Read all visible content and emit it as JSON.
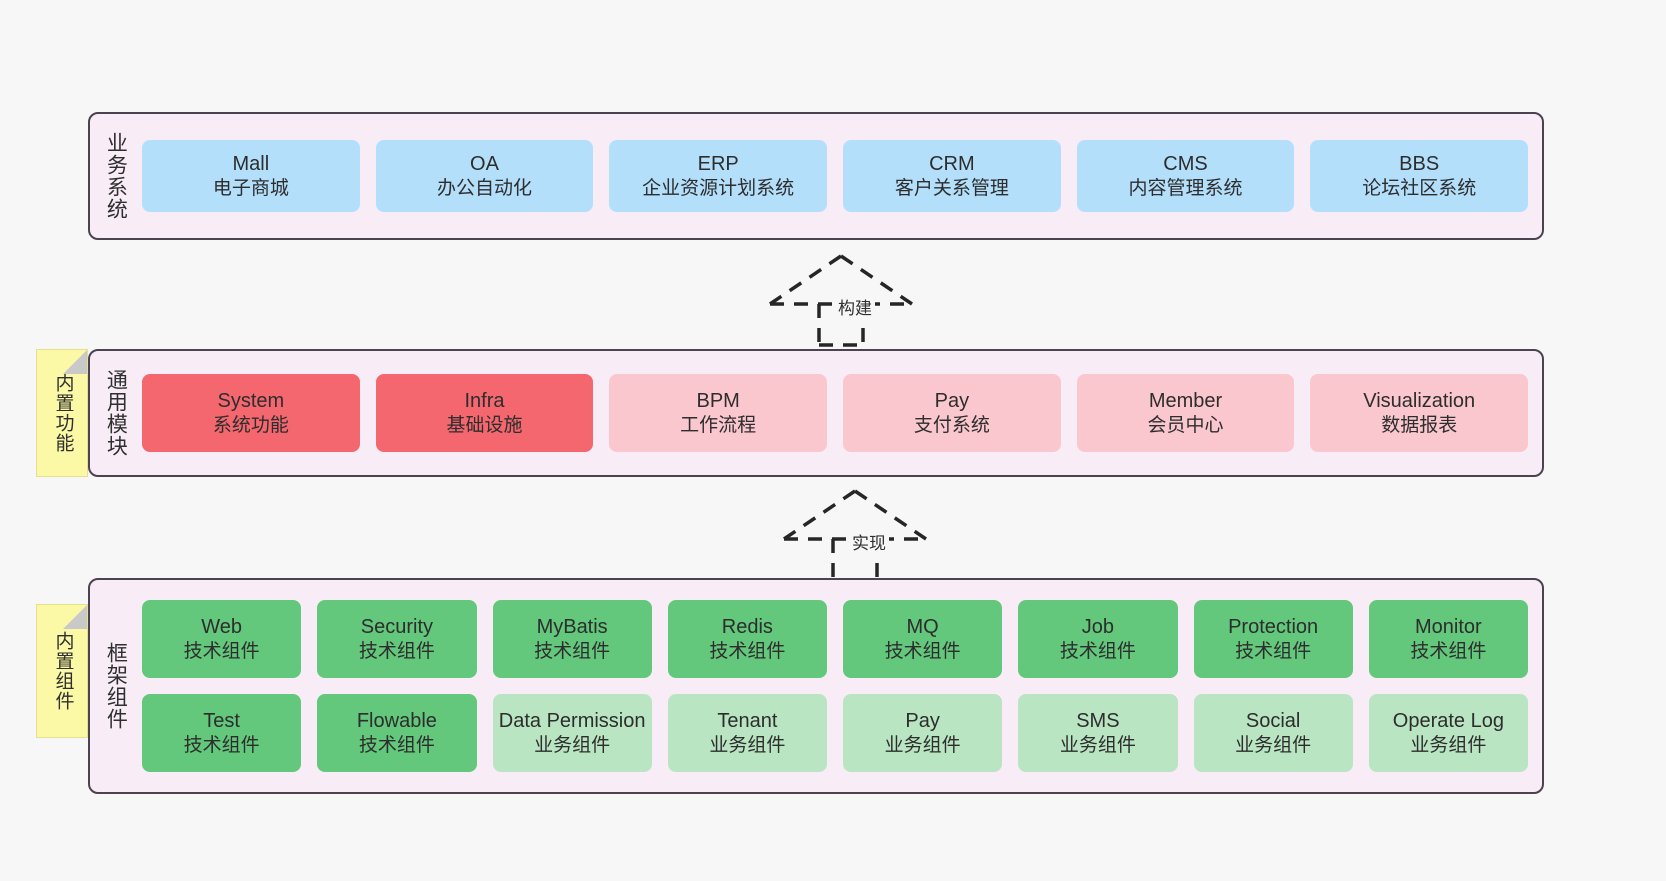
{
  "diagram": {
    "title": "ruoyi-vue-pro architecture layers",
    "colors": {
      "canvas_background": "#f7f7f7",
      "layer_background": "#f8ecf6",
      "layer_border": "#4c4350",
      "business_card": "#b3dffb",
      "module_core_card": "#f4676f",
      "module_card": "#fbc7ce",
      "tech_component_card": "#63c77c",
      "business_component_card": "#b9e5c2",
      "note_background": "#fbf8a6"
    }
  },
  "layers": {
    "business": {
      "label": "业务系统",
      "cards": [
        {
          "name": "Mall",
          "desc": "电子商城"
        },
        {
          "name": "OA",
          "desc": "办公自动化"
        },
        {
          "name": "ERP",
          "desc": "企业资源计划系统"
        },
        {
          "name": "CRM",
          "desc": "客户关系管理"
        },
        {
          "name": "CMS",
          "desc": "内容管理系统"
        },
        {
          "name": "BBS",
          "desc": "论坛社区系统"
        }
      ]
    },
    "common": {
      "label": "通用模块",
      "note": "内置功能",
      "cards": [
        {
          "name": "System",
          "desc": "系统功能",
          "style": "red"
        },
        {
          "name": "Infra",
          "desc": "基础设施",
          "style": "red"
        },
        {
          "name": "BPM",
          "desc": "工作流程",
          "style": "pink"
        },
        {
          "name": "Pay",
          "desc": "支付系统",
          "style": "pink"
        },
        {
          "name": "Member",
          "desc": "会员中心",
          "style": "pink"
        },
        {
          "name": "Visualization",
          "desc": "数据报表",
          "style": "pink"
        }
      ]
    },
    "framework": {
      "label": "框架组件",
      "note": "内置组件",
      "row1": [
        {
          "name": "Web",
          "desc": "技术组件"
        },
        {
          "name": "Security",
          "desc": "技术组件"
        },
        {
          "name": "MyBatis",
          "desc": "技术组件"
        },
        {
          "name": "Redis",
          "desc": "技术组件"
        },
        {
          "name": "MQ",
          "desc": "技术组件"
        },
        {
          "name": "Job",
          "desc": "技术组件"
        },
        {
          "name": "Protection",
          "desc": "技术组件"
        },
        {
          "name": "Monitor",
          "desc": "技术组件"
        }
      ],
      "row2": [
        {
          "name": "Test",
          "desc": "技术组件",
          "style": "green"
        },
        {
          "name": "Flowable",
          "desc": "技术组件",
          "style": "green"
        },
        {
          "name": "Data Permission",
          "desc": "业务组件",
          "style": "lightgreen"
        },
        {
          "name": "Tenant",
          "desc": "业务组件",
          "style": "lightgreen"
        },
        {
          "name": "Pay",
          "desc": "业务组件",
          "style": "lightgreen"
        },
        {
          "name": "SMS",
          "desc": "业务组件",
          "style": "lightgreen"
        },
        {
          "name": "Social",
          "desc": "业务组件",
          "style": "lightgreen"
        },
        {
          "name": "Operate Log",
          "desc": "业务组件",
          "style": "lightgreen"
        }
      ]
    }
  },
  "connectors": [
    {
      "id": "build",
      "label": "构建",
      "from": "common",
      "to": "business"
    },
    {
      "id": "implement",
      "label": "实现",
      "from": "framework",
      "to": "common"
    }
  ]
}
